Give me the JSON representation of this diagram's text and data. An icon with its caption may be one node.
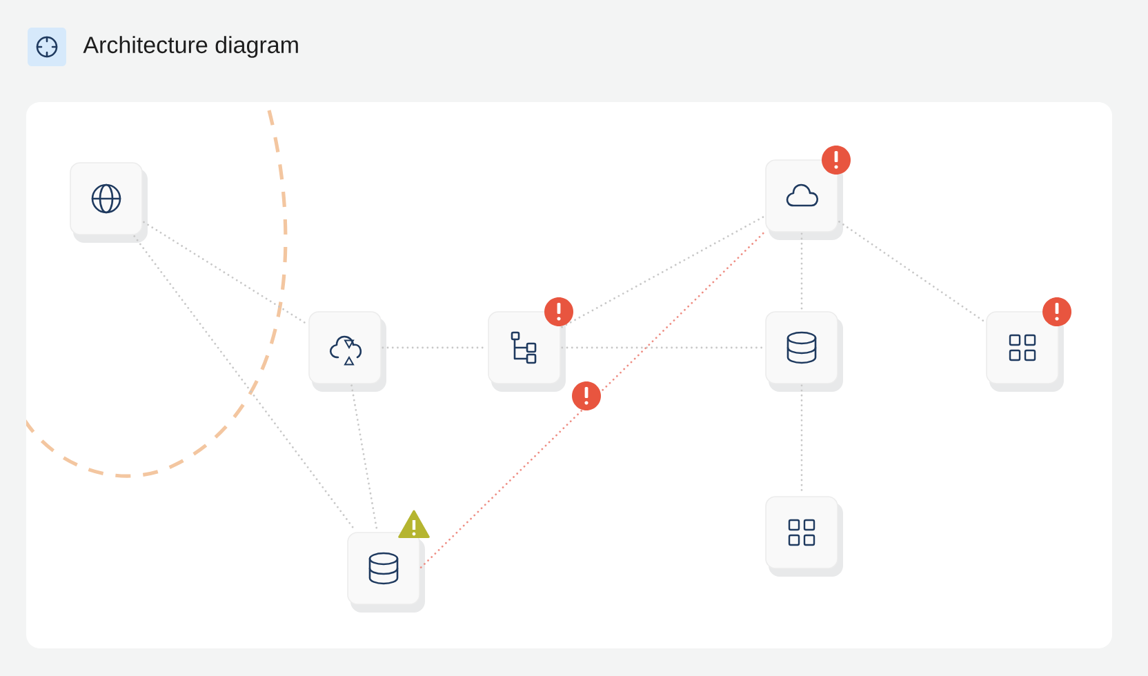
{
  "diagram": {
    "title": "Architecture diagram",
    "nodes": [
      {
        "text": [],
        "shape": "box"
      },
      {
        "text": [],
        "shape": "box"
      },
      {
        "text": [],
        "shape": "box"
      },
      {
        "text": [],
        "shape": "box"
      },
      {
        "text": [],
        "shape": "box"
      },
      {
        "text": [],
        "shape": "box"
      },
      {
        "text": [],
        "shape": "box"
      },
      {
        "text": [],
        "shape": "box"
      }
    ],
    "edges": [
      {
        "from": 0,
        "to": 2,
        "arrow": "none"
      },
      {
        "from": 0,
        "to": 7,
        "arrow": "none"
      },
      {
        "from": 2,
        "to": 3,
        "arrow": "none"
      },
      {
        "from": 2,
        "to": 7,
        "arrow": "none"
      },
      {
        "from": 3,
        "to": 4,
        "arrow": "none"
      },
      {
        "from": 3,
        "to": 1,
        "arrow": "none"
      },
      {
        "from": 7,
        "to": 1,
        "arrow": "none",
        "color": "#ee8e84"
      },
      {
        "from": 1,
        "to": 4,
        "arrow": "none"
      },
      {
        "from": 1,
        "to": 5,
        "arrow": "none"
      },
      {
        "from": 4,
        "to": 6,
        "arrow": "none"
      }
    ]
  }
}
